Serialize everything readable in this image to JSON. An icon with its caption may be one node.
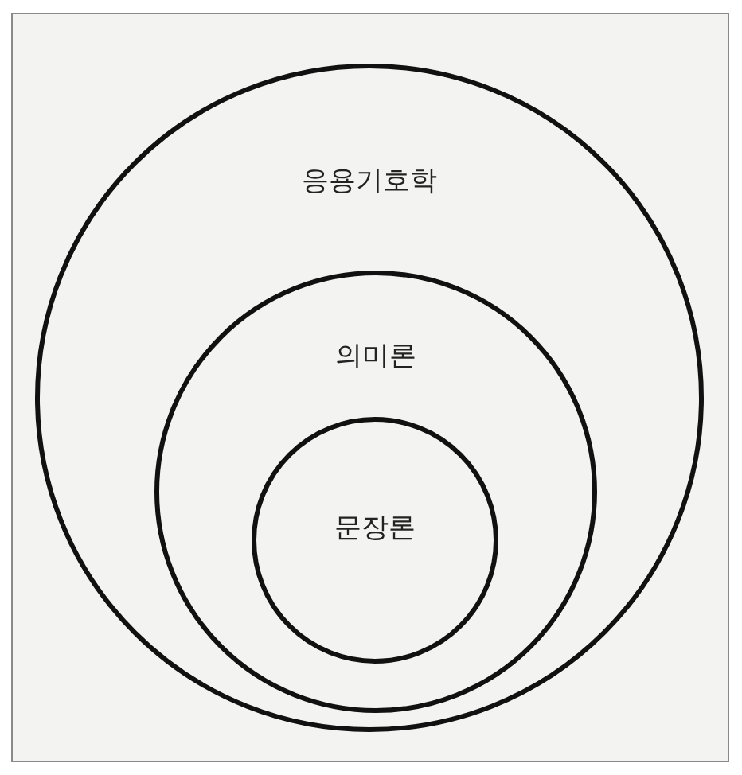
{
  "diagram": {
    "nodes": [
      {
        "text": [
          "응용기호학"
        ]
      },
      {
        "text": [
          "의미론"
        ],
        "in": 0
      },
      {
        "text": [
          "문장론"
        ],
        "in": 1
      }
    ]
  }
}
